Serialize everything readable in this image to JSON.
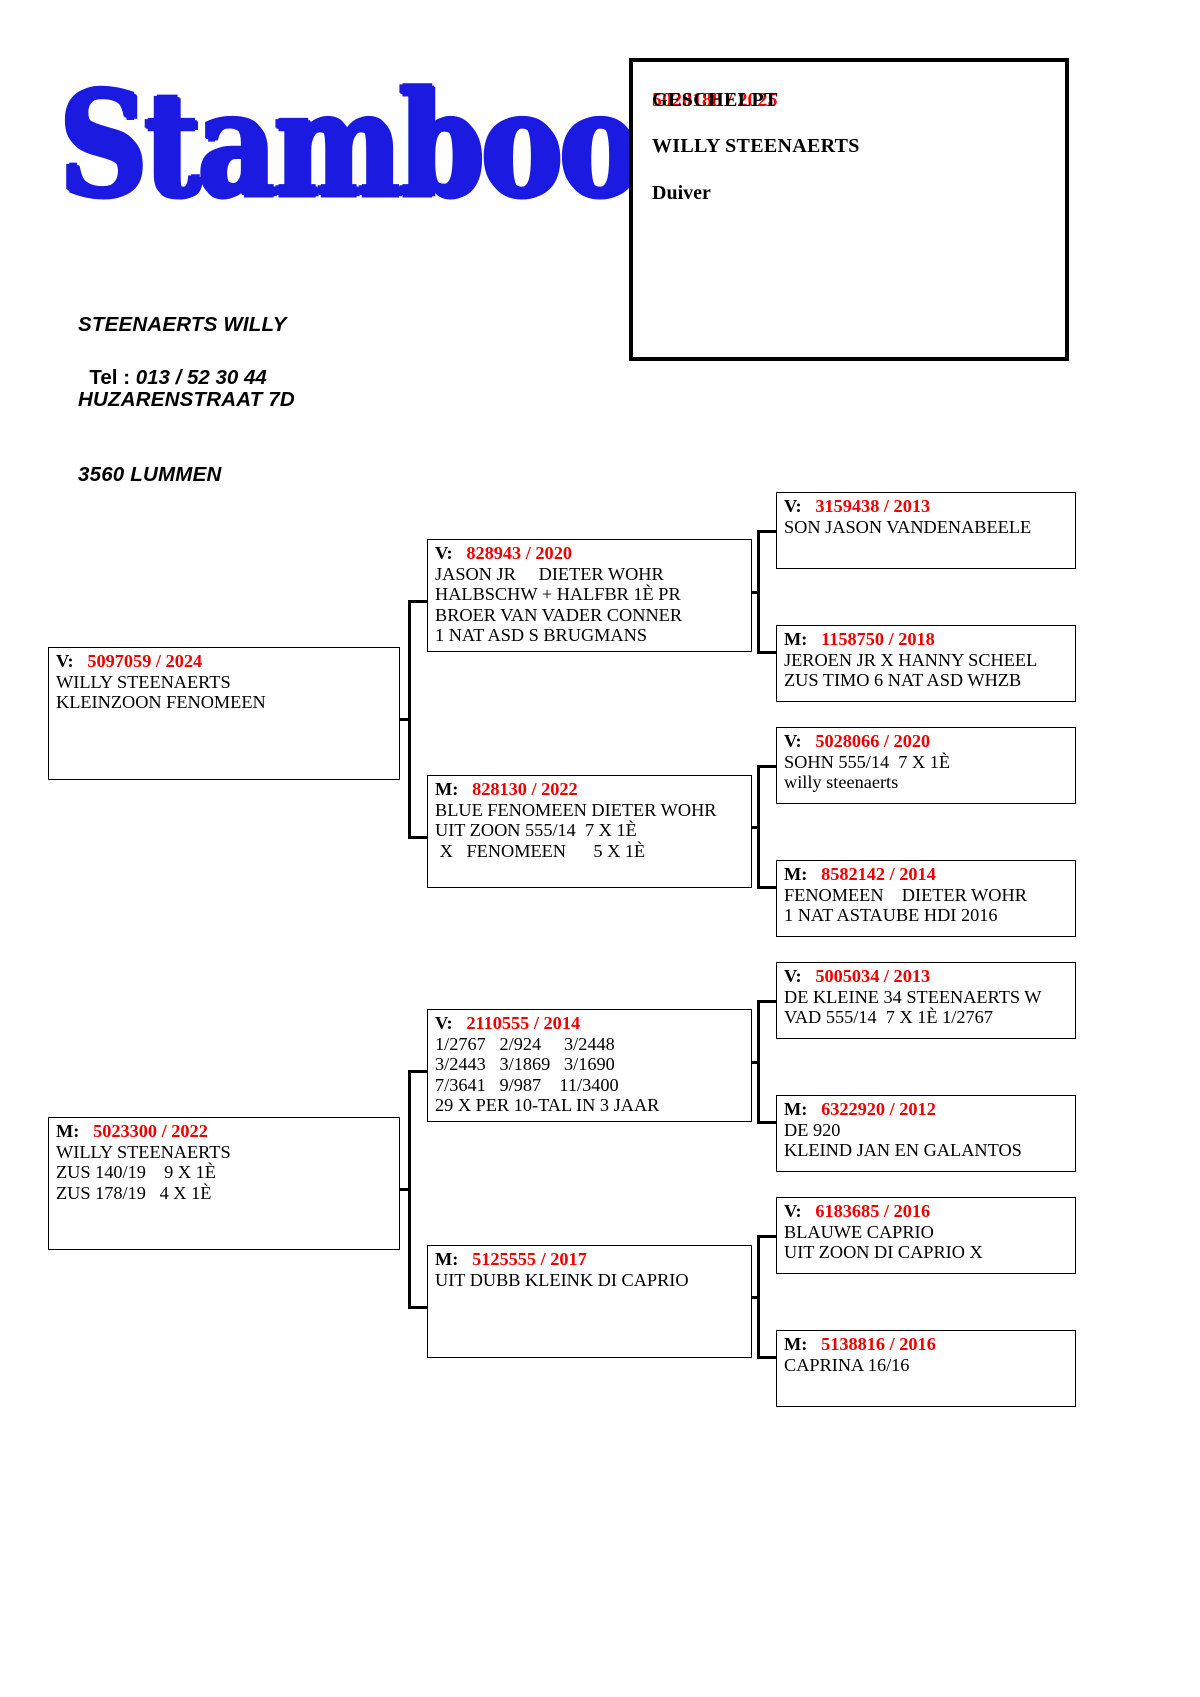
{
  "logo": {
    "text": "Stamboom",
    "color": "#1a1ae0"
  },
  "address": {
    "line1": "STEENAERTS WILLY",
    "line2": "HUZARENSTRAAT 7D",
    "line3": "3560 LUMMEN",
    "tel_label": "Tel : ",
    "tel_value": "013 / 52 30 44"
  },
  "header_box": {
    "ring": "5020188 / 2025",
    "status": "GESCHELPT",
    "owner": "WILLY STEENAERTS",
    "sex": "Duiver",
    "ring_color": "#ee0000"
  },
  "pedigree": {
    "sire_gen1": {
      "sex": "V:",
      "ring": "5097059 / 2024",
      "lines": [
        "WILLY STEENAERTS",
        "KLEINZOON FENOMEEN"
      ]
    },
    "dam_gen1": {
      "sex": "M:",
      "ring": "5023300 / 2022",
      "lines": [
        "WILLY STEENAERTS",
        "ZUS 140/19    9 X 1È",
        "ZUS 178/19   4 X 1È"
      ]
    },
    "ss_gen2": {
      "sex": "V:",
      "ring": "828943 / 2020",
      "lines": [
        "JASON JR     DIETER WOHR",
        "HALBSCHW + HALFBR 1È PR",
        "BROER VAN VADER CONNER",
        "1 NAT ASD S BRUGMANS"
      ]
    },
    "sd_gen2": {
      "sex": "M:",
      "ring": "828130 / 2022",
      "lines": [
        "BLUE FENOMEEN DIETER WOHR",
        "UIT ZOON 555/14  7 X 1È",
        " X   FENOMEEN      5 X 1È"
      ]
    },
    "ds_gen2": {
      "sex": "V:",
      "ring": "2110555 / 2014",
      "lines": [
        "1/2767   2/924     3/2448",
        "3/2443   3/1869   3/1690",
        "7/3641   9/987    11/3400",
        "29 X PER 10-TAL IN 3 JAAR"
      ]
    },
    "dd_gen2": {
      "sex": "M:",
      "ring": "5125555 / 2017",
      "lines": [
        "UIT DUBB KLEINK DI CAPRIO"
      ]
    },
    "sss_gen3": {
      "sex": "V:",
      "ring": "3159438 / 2013",
      "lines": [
        "SON JASON VANDENABEELE"
      ]
    },
    "ssd_gen3": {
      "sex": "M:",
      "ring": "1158750 / 2018",
      "lines": [
        "JEROEN JR X HANNY SCHEEL",
        "ZUS TIMO 6 NAT ASD WHZB"
      ]
    },
    "sds_gen3": {
      "sex": "V:",
      "ring": "5028066 / 2020",
      "lines": [
        "SOHN 555/14  7 X 1È",
        "willy steenaerts"
      ]
    },
    "sdd_gen3": {
      "sex": "M:",
      "ring": "8582142 / 2014",
      "lines": [
        "FENOMEEN    DIETER WOHR",
        "1 NAT ASTAUBE HDI 2016"
      ]
    },
    "dss_gen3": {
      "sex": "V:",
      "ring": "5005034 / 2013",
      "lines": [
        "DE KLEINE 34 STEENAERTS W",
        "VAD 555/14  7 X 1È 1/2767"
      ]
    },
    "dsd_gen3": {
      "sex": "M:",
      "ring": "6322920 / 2012",
      "lines": [
        "DE 920",
        "KLEIND JAN EN GALANTOS"
      ]
    },
    "dds_gen3": {
      "sex": "V:",
      "ring": "6183685 / 2016",
      "lines": [
        "BLAUWE CAPRIO",
        "UIT ZOON DI CAPRIO X"
      ]
    },
    "ddd_gen3": {
      "sex": "M:",
      "ring": "5138816 / 2016",
      "lines": [
        "CAPRINA 16/16"
      ]
    }
  }
}
